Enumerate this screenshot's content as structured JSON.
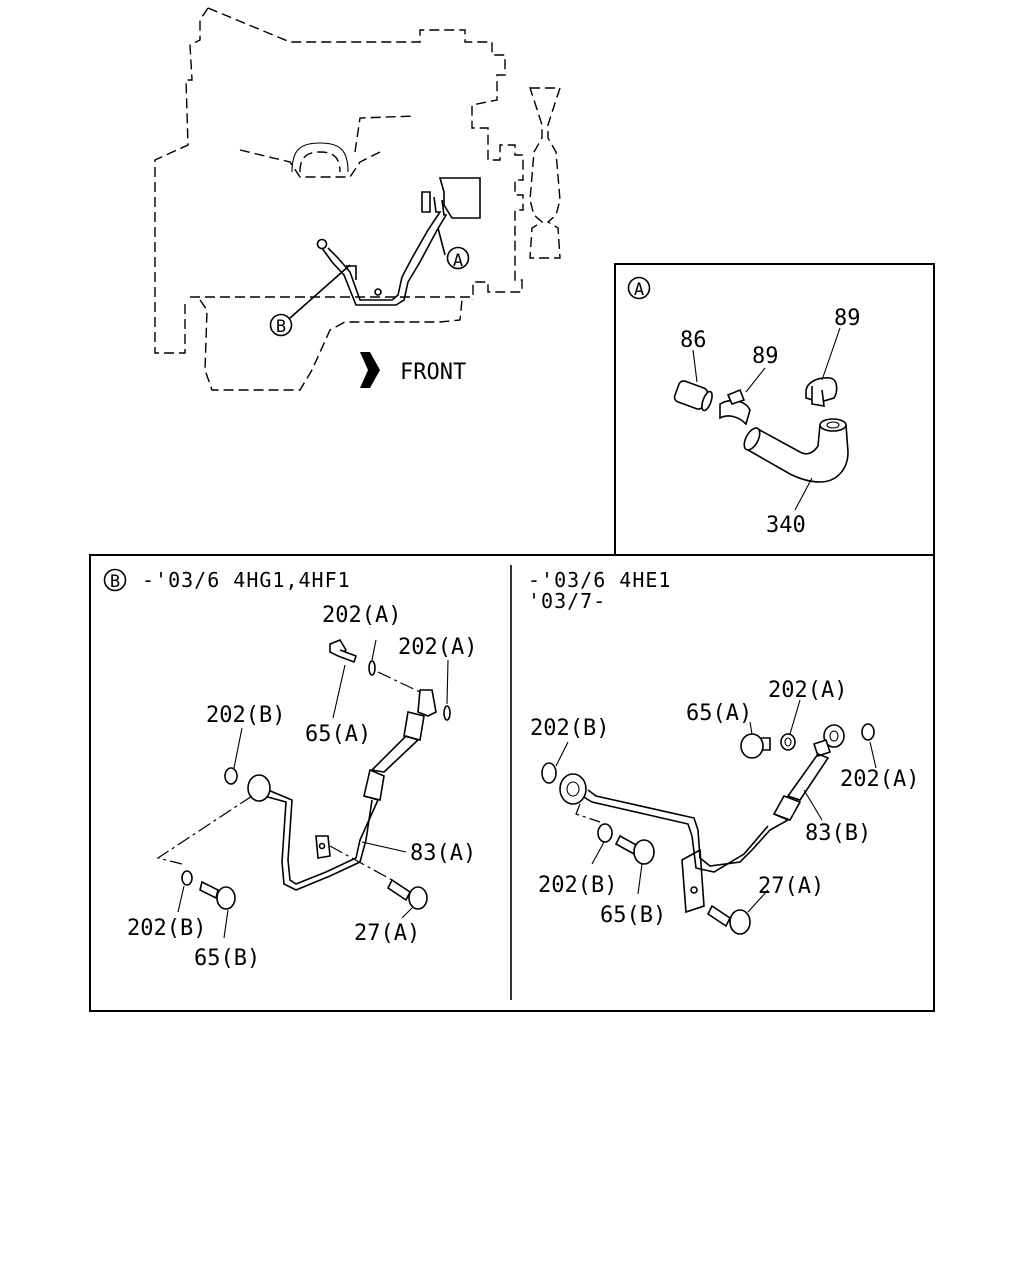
{
  "callout_a": "A",
  "callout_b": "B",
  "front_label": "FRONT",
  "detail_a": {
    "letter": "A",
    "labels": {
      "p86": "86",
      "p89_left": "89",
      "p89_right": "89",
      "p340": "340"
    }
  },
  "detail_b_left": {
    "letter": "B",
    "header": "-'03/6 4HG1,4HF1",
    "labels": {
      "p202a_top": "202(A)",
      "p202a_right": "202(A)",
      "p202b_upper": "202(B)",
      "p65a": "65(A)",
      "p83a": "83(A)",
      "p202b_lower": "202(B)",
      "p65b": "65(B)",
      "p27a": "27(A)"
    }
  },
  "detail_b_right": {
    "header_line1": "-'03/6 4HE1",
    "header_line2": "'03/7-",
    "labels": {
      "p202a_top": "202(A)",
      "p65a": "65(A)",
      "p202b_upper": "202(B)",
      "p202a_right": "202(A)",
      "p83b": "83(B)",
      "p27a": "27(A)",
      "p202b_lower": "202(B)",
      "p65b": "65(B)"
    }
  }
}
